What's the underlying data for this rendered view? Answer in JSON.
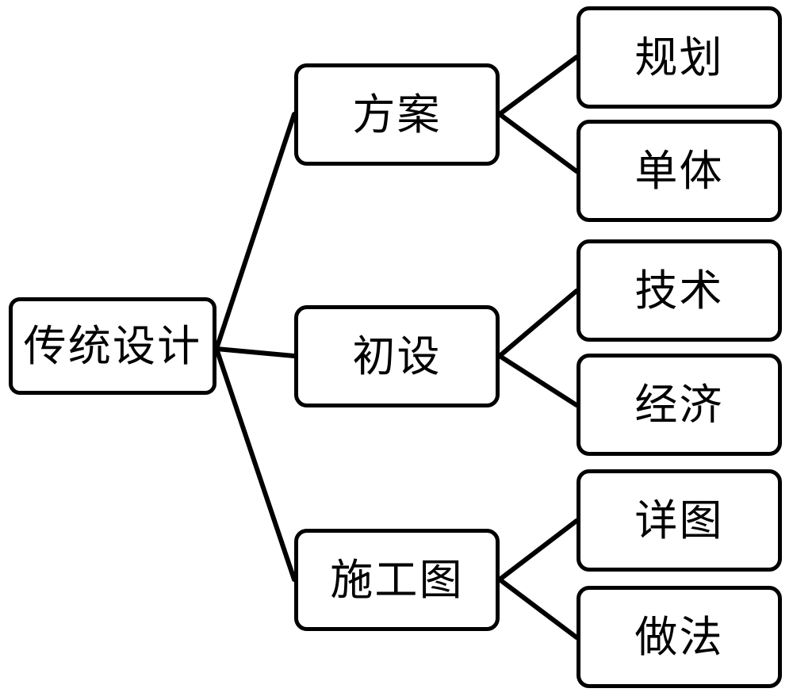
{
  "diagram": {
    "type": "tree",
    "orientation": "left-to-right",
    "title": "传统设计",
    "stroke_color": "#000000",
    "background_color": "#ffffff",
    "node_fill_color": "#ffffff",
    "root": {
      "id": "root",
      "label": "传统设计"
    },
    "branches": [
      {
        "id": "branch-0",
        "label": "方案"
      },
      {
        "id": "branch-1",
        "label": "初设"
      },
      {
        "id": "branch-2",
        "label": "施工图"
      }
    ],
    "leaves": [
      {
        "id": "leaf-0",
        "label": "规划",
        "parent": "branch-0"
      },
      {
        "id": "leaf-1",
        "label": "单体",
        "parent": "branch-0"
      },
      {
        "id": "leaf-2",
        "label": "技术",
        "parent": "branch-1"
      },
      {
        "id": "leaf-3",
        "label": "经济",
        "parent": "branch-1"
      },
      {
        "id": "leaf-4",
        "label": "详图",
        "parent": "branch-2"
      },
      {
        "id": "leaf-5",
        "label": "做法",
        "parent": "branch-2"
      }
    ],
    "edges": [
      {
        "from": "root",
        "to": "branch-0"
      },
      {
        "from": "root",
        "to": "branch-1"
      },
      {
        "from": "root",
        "to": "branch-2"
      },
      {
        "from": "branch-0",
        "to": "leaf-0"
      },
      {
        "from": "branch-0",
        "to": "leaf-1"
      },
      {
        "from": "branch-1",
        "to": "leaf-2"
      },
      {
        "from": "branch-1",
        "to": "leaf-3"
      },
      {
        "from": "branch-2",
        "to": "leaf-4"
      },
      {
        "from": "branch-2",
        "to": "leaf-5"
      }
    ]
  }
}
